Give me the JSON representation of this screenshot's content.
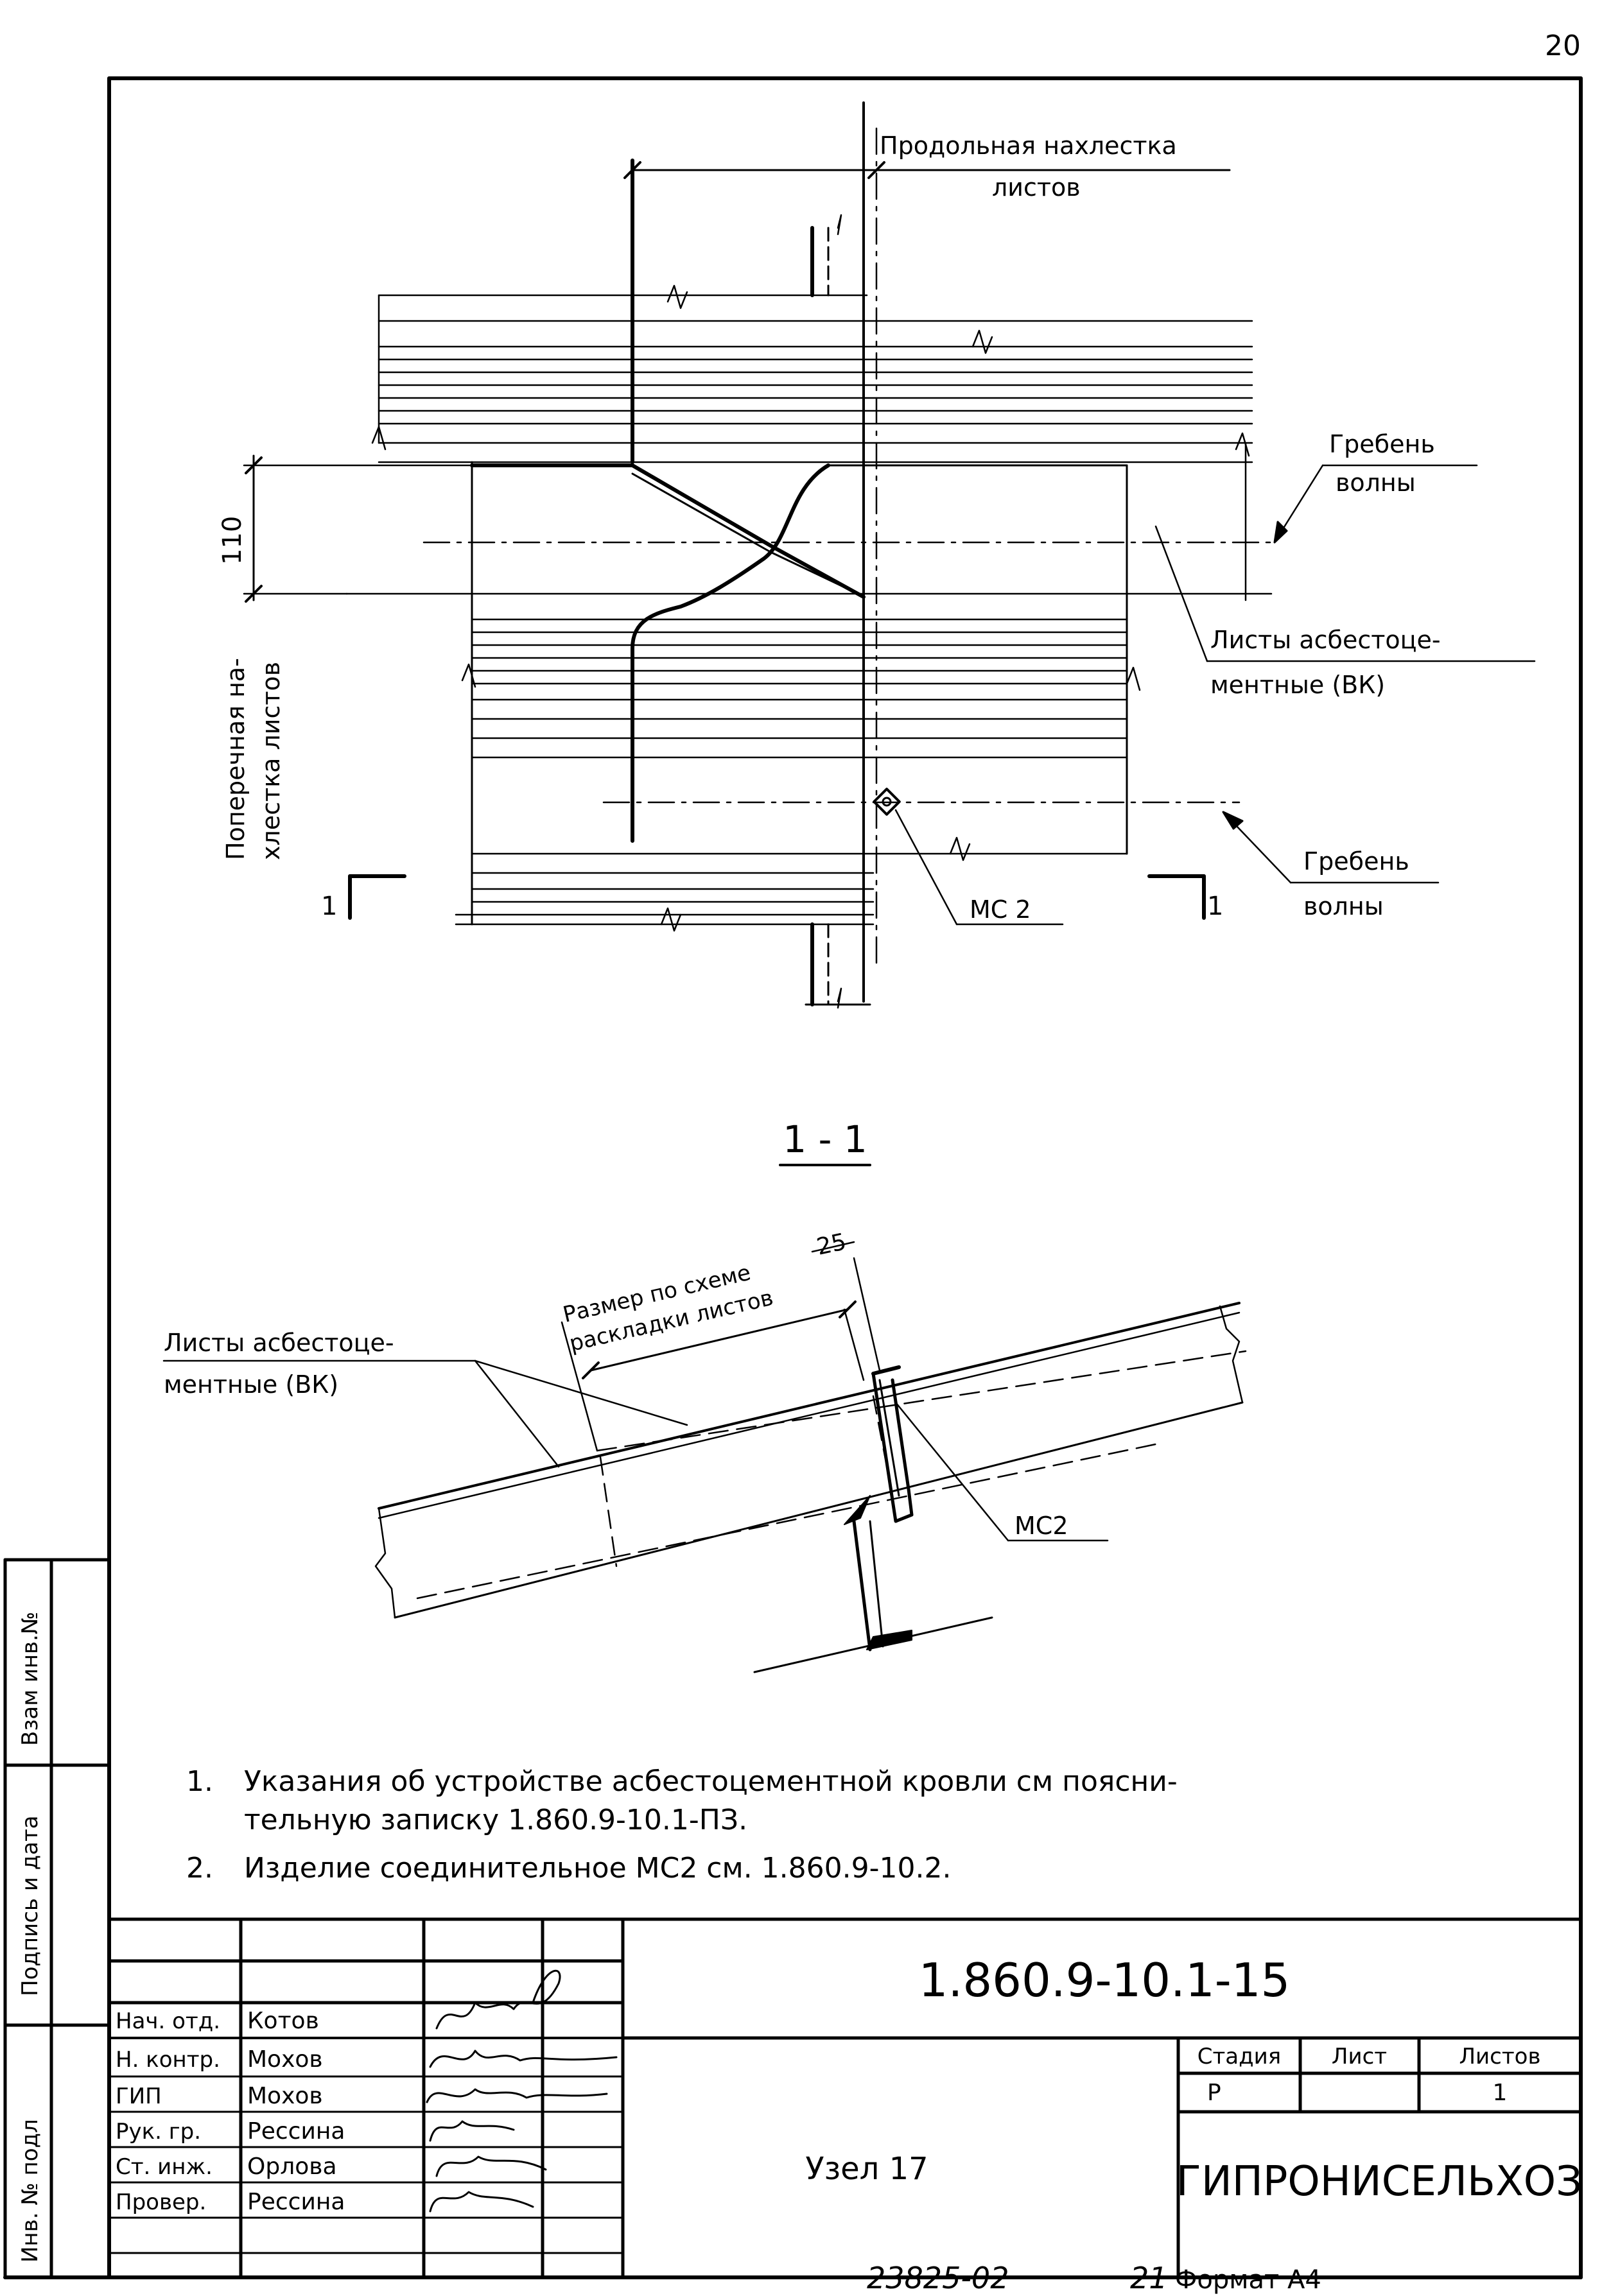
{
  "page_number": "20",
  "plan": {
    "longitudinal_overlap": [
      "Продольная нахлестка",
      "листов"
    ],
    "transverse_overlap": [
      "Поперечная на-",
      "хлестка листов"
    ],
    "dim_110": "110",
    "wave_crest_top": [
      "Гребень",
      "волны"
    ],
    "wave_crest_bottom": [
      "Гребень",
      "волны"
    ],
    "sheets_label": [
      "Листы асбестоце-",
      "ментные (ВК)"
    ],
    "mc2": "МС 2",
    "cut_left": "1",
    "cut_right": "1"
  },
  "section": {
    "title": "1 - 1",
    "dim_25": "25",
    "dim_scheme": [
      "Размер по схеме",
      "раскладки листов"
    ],
    "sheets_label": [
      "Листы асбестоце-",
      "ментные (ВК)"
    ],
    "mc2": "МС2"
  },
  "notes": [
    {
      "num": "1.",
      "lines": [
        "Указания об устройстве асбестоцементной кровли см поясни-",
        "тельную записку 1.860.9-10.1-ПЗ."
      ]
    },
    {
      "num": "2.",
      "lines": [
        "Изделие соединительное МС2 см. 1.860.9-10.2."
      ]
    }
  ],
  "side_stamp": [
    "Взам инв.№",
    "Подпись и дата",
    "Инв. № подл"
  ],
  "title_block": {
    "code": "1.860.9-10.1-15",
    "node": "Узел 17",
    "signers": [
      {
        "role": "Нач. отд.",
        "name": "Котов"
      },
      {
        "role": "Н. контр.",
        "name": "Мохов"
      },
      {
        "role": "ГИП",
        "name": "Мохов"
      },
      {
        "role": "Рук. гр.",
        "name": "Рессина"
      },
      {
        "role": "Ст. инж.",
        "name": "Орлова"
      },
      {
        "role": "Провер.",
        "name": "Рессина"
      }
    ],
    "stage_header": "Стадия",
    "sheet_header": "Лист",
    "sheets_header": "Листов",
    "stage": "Р",
    "sheet": "",
    "sheets": "1",
    "org": "ГИПРОНИСЕЛЬХОЗ"
  },
  "footer": {
    "number": "23825-02",
    "sub": "21",
    "format": "Формат А4"
  }
}
